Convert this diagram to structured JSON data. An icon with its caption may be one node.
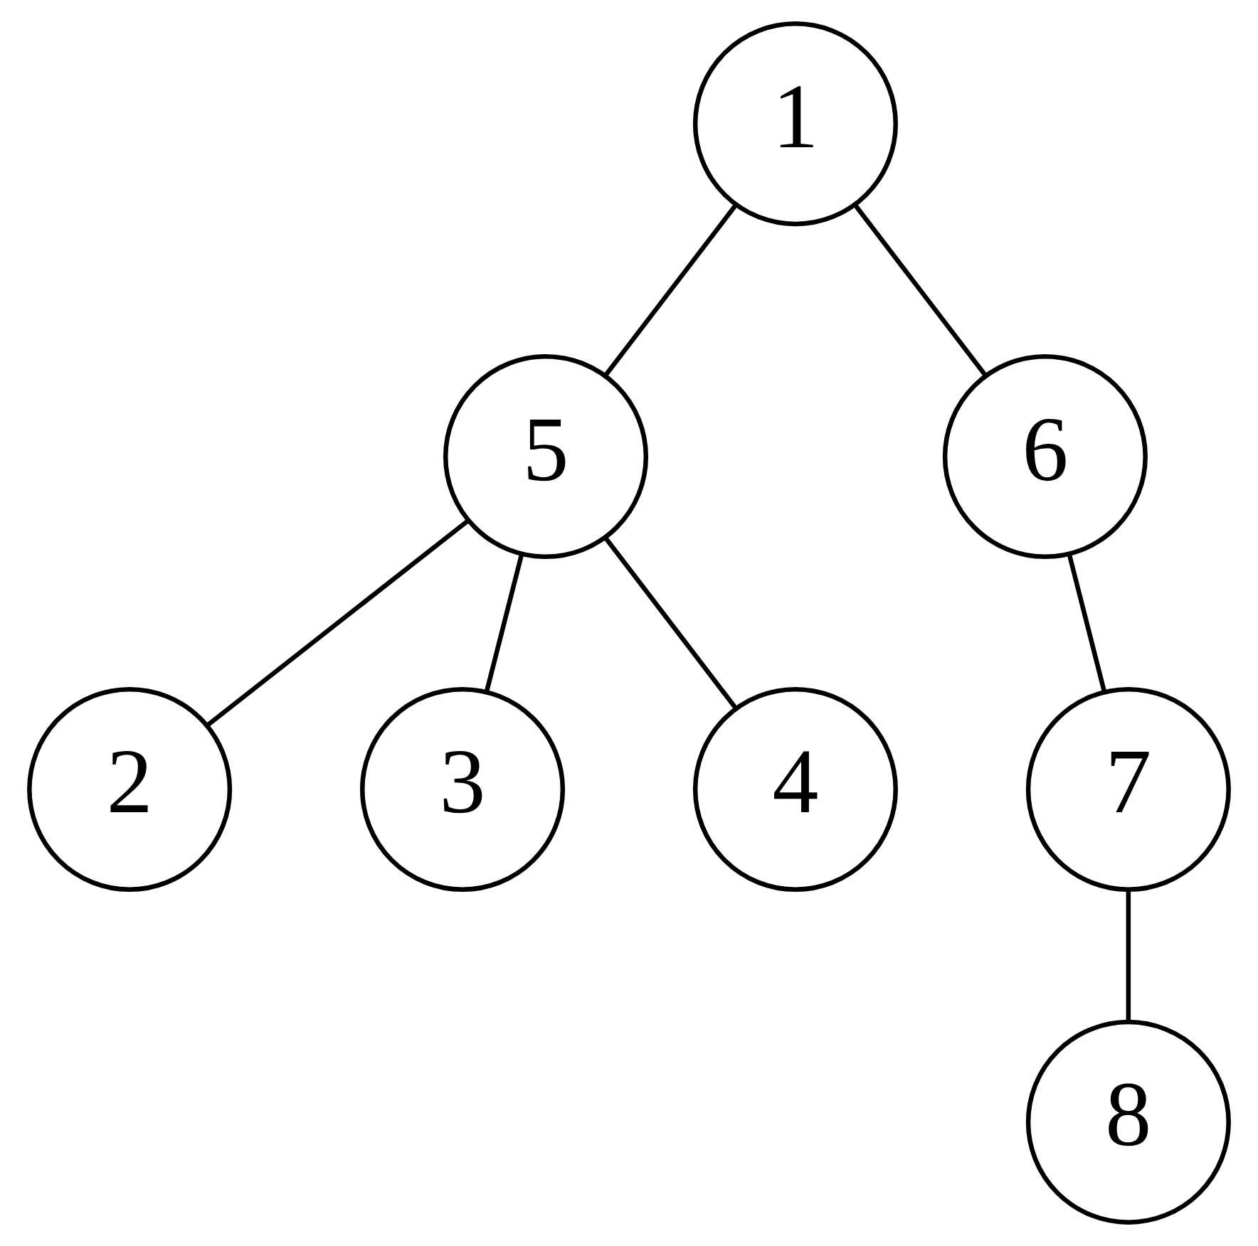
{
  "diagram": {
    "nodes": [
      {
        "text": [
          "1"
        ]
      },
      {
        "text": [
          "5"
        ]
      },
      {
        "text": [
          "6"
        ]
      },
      {
        "text": [
          "2"
        ]
      },
      {
        "text": [
          "3"
        ]
      },
      {
        "text": [
          "4"
        ]
      },
      {
        "text": [
          "7"
        ]
      },
      {
        "text": [
          "8"
        ]
      }
    ],
    "edges": [
      {
        "from": 0,
        "to": 1,
        "arrow": "none"
      },
      {
        "from": 0,
        "to": 2,
        "arrow": "none"
      },
      {
        "from": 1,
        "to": 3,
        "arrow": "none"
      },
      {
        "from": 1,
        "to": 4,
        "arrow": "none"
      },
      {
        "from": 1,
        "to": 5,
        "arrow": "none"
      },
      {
        "from": 2,
        "to": 6,
        "arrow": "none"
      },
      {
        "from": 6,
        "to": 7,
        "arrow": "none"
      }
    ]
  }
}
